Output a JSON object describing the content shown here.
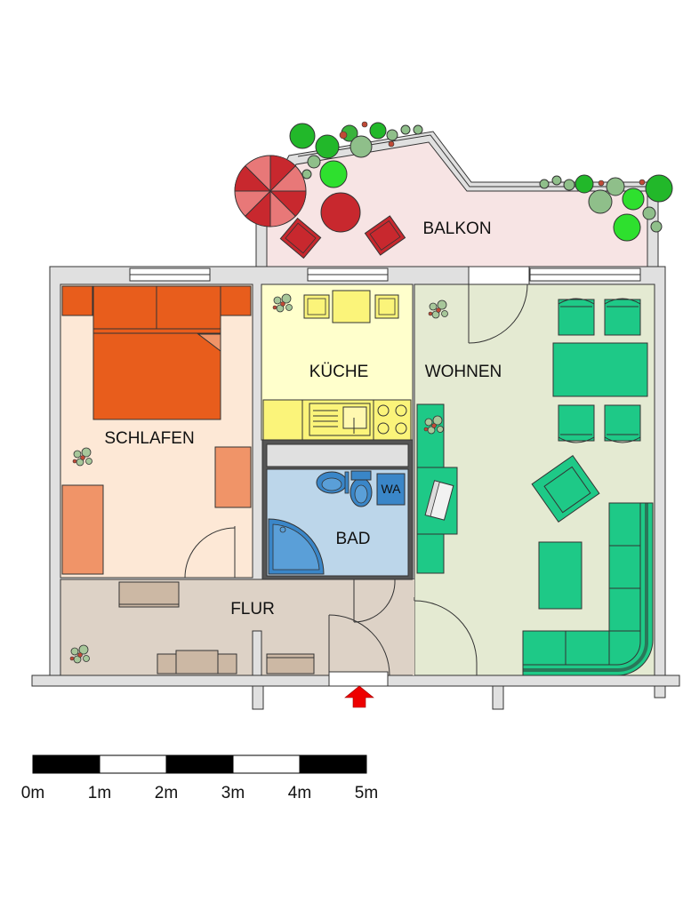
{
  "rooms": {
    "balkon": "BALKON",
    "kueche": "KÜCHE",
    "wohnen": "WOHNEN",
    "schlafen": "SCHLAFEN",
    "bad": "BAD",
    "flur": "FLUR"
  },
  "fixtures": {
    "washbasin": "WA"
  },
  "scale": {
    "labels": [
      "0m",
      "1m",
      "2m",
      "3m",
      "4m",
      "5m"
    ]
  },
  "colors": {
    "schlafen_floor": "#fde8d6",
    "kueche_floor": "#ffffcc",
    "wohnen_floor": "#e4ead2",
    "bad_floor": "#bcd6ea",
    "flur_floor": "#ddd2c6",
    "balkon_floor": "#f7e4e4",
    "wall": "#e0e0e0",
    "bed": "#e85d1c",
    "bedroom_furniture": "#f09468",
    "kitchen_furniture": "#fbf47a",
    "living_furniture": "#1ec987",
    "bath_fixture": "#3a86c8",
    "balcony_furniture": "#c8282e",
    "entrance_arrow": "#ee0000"
  }
}
